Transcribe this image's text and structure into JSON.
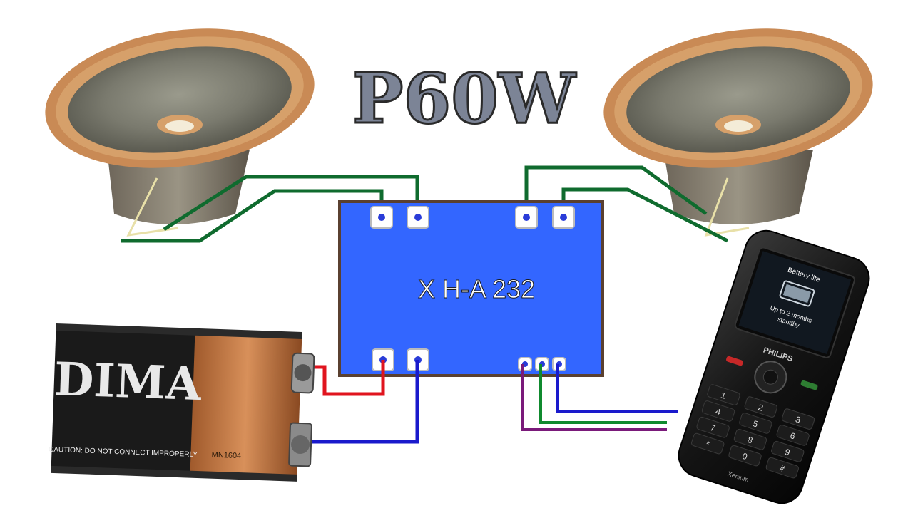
{
  "title": "P60W",
  "module": {
    "label": "X H-A 232"
  },
  "battery": {
    "brand": "DIMA",
    "warning": "CAUTION: DO NOT CONNECT IMPROPERLY",
    "model": "MN1604"
  },
  "phone": {
    "brand": "PHILIPS",
    "model": "Xenium",
    "screen_title": "Battery life",
    "screen_line1": "Up to 2 months",
    "screen_line2": "standby",
    "keys": [
      "1",
      "2",
      "3",
      "4",
      "5",
      "6",
      "7",
      "8",
      "9",
      "*",
      "0",
      "#"
    ]
  },
  "colors": {
    "module_fill": "#3366ff",
    "module_border": "#5a4030",
    "wire_speaker": "#0f6b2e",
    "wire_power_pos": "#e0141e",
    "wire_power_neg": "#1a1acc",
    "wire_audio_left": "#1a1acc",
    "wire_audio_right": "#0f8a2e",
    "wire_audio_gnd": "#7a1a7a",
    "terminal_dot": "#2a3cd8"
  }
}
